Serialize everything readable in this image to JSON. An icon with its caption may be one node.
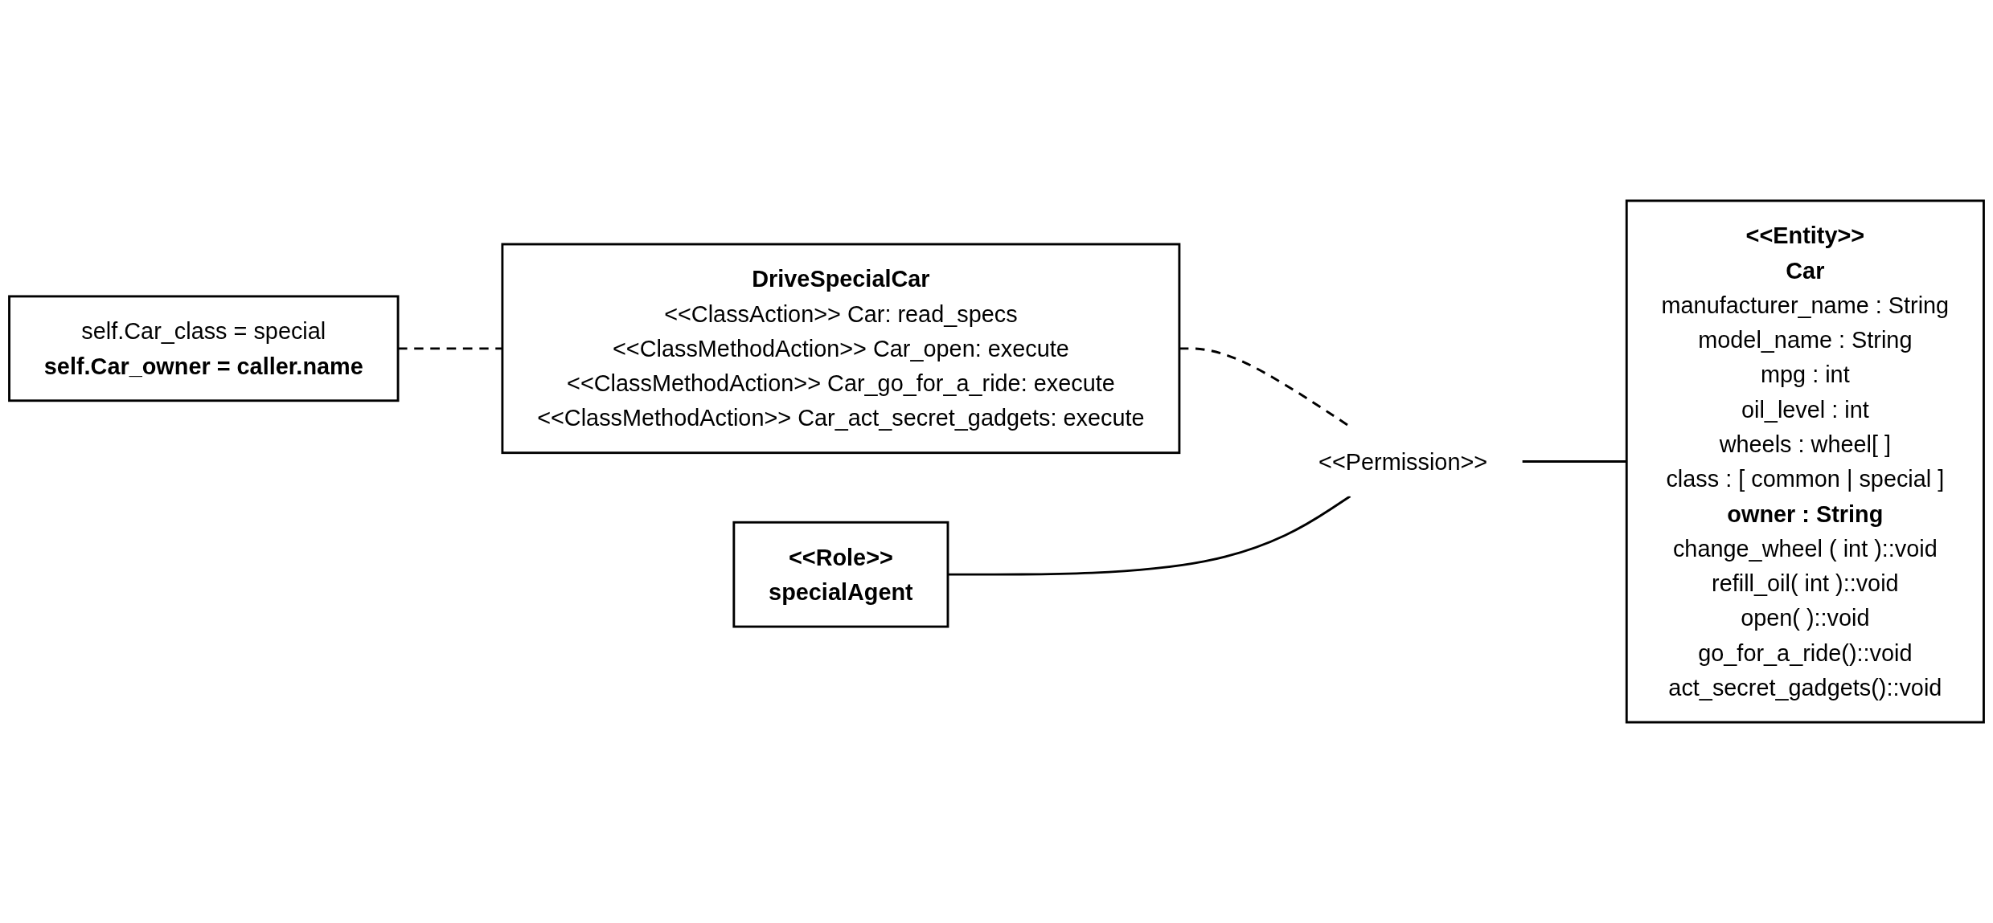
{
  "diagram": {
    "nodes": [
      {
        "text": [
          "self.Car_class = special",
          "**self.Car_owner = caller.name**"
        ]
      },
      {
        "text": [
          "DriveSpecialCar",
          "<<ClassAction>> Car: read_specs",
          "<<ClassMethodAction>> Car_open: execute",
          "<<ClassMethodAction>> Car_go_for_a_ride: execute",
          "<<ClassMethodAction>> Car_act_secret_gadgets: execute"
        ]
      },
      {
        "text": [
          "<<Role>>",
          "specialAgent"
        ]
      },
      {
        "text": [
          "<<Entity>>",
          "Car",
          "manufacturer_name : String",
          "model_name : String",
          "mpg : int",
          "oil_level : int",
          "wheels :  wheel[ ]",
          "class : [ common | special ]",
          "**owner : String**",
          "change_wheel ( int )::void",
          "refill_oil( int )::void",
          "open( )::void",
          "go_for_a_ride()::void",
          "act_secret_gadgets()::void"
        ]
      },
      {
        "text": [
          "<<Permission>>"
        ]
      }
    ],
    "edges": [
      {
        "from": 0,
        "to": 1,
        "arrow": "none",
        "style": "dashed"
      },
      {
        "from": 1,
        "to": 4,
        "arrow": "none",
        "style": "dashed"
      },
      {
        "from": 2,
        "to": 4,
        "arrow": "none"
      },
      {
        "from": 4,
        "to": 3,
        "arrow": "none"
      }
    ]
  }
}
